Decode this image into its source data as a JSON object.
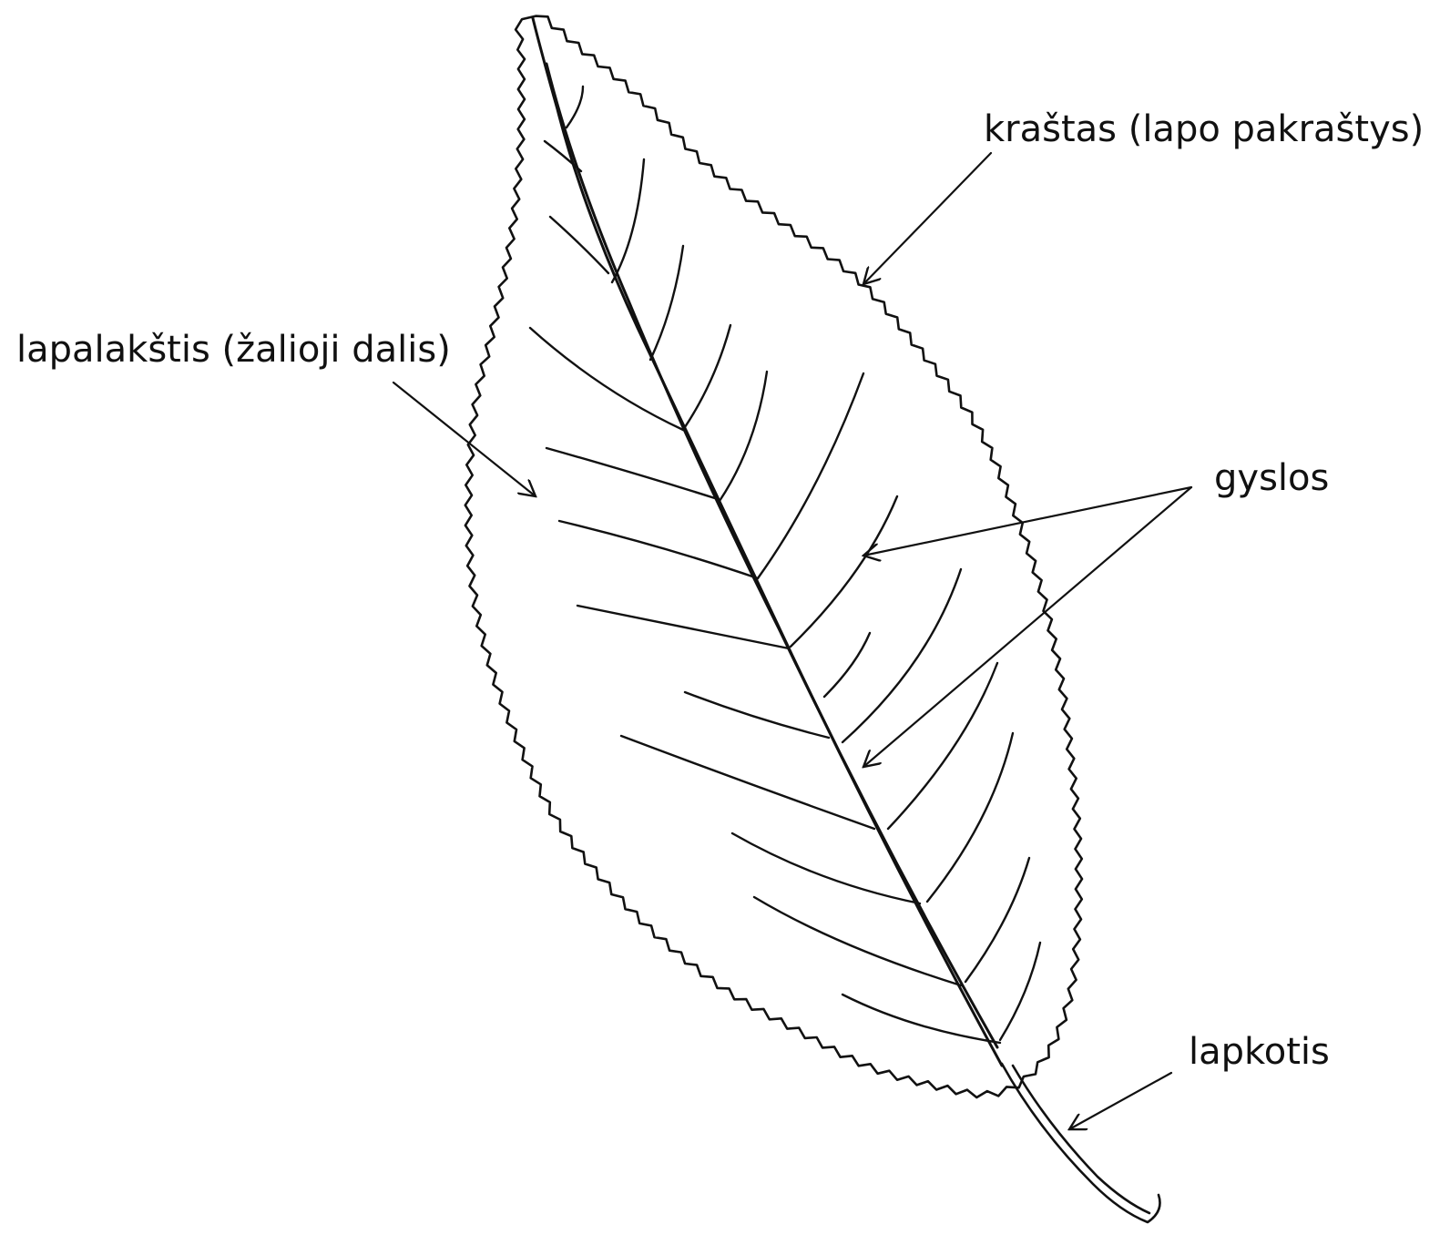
{
  "labels": {
    "margin": "kraštas (lapo pakraštys)",
    "blade": "lapalakštis (žalioji dalis)",
    "veins": "gyslos",
    "petiole": "lapkotis"
  }
}
